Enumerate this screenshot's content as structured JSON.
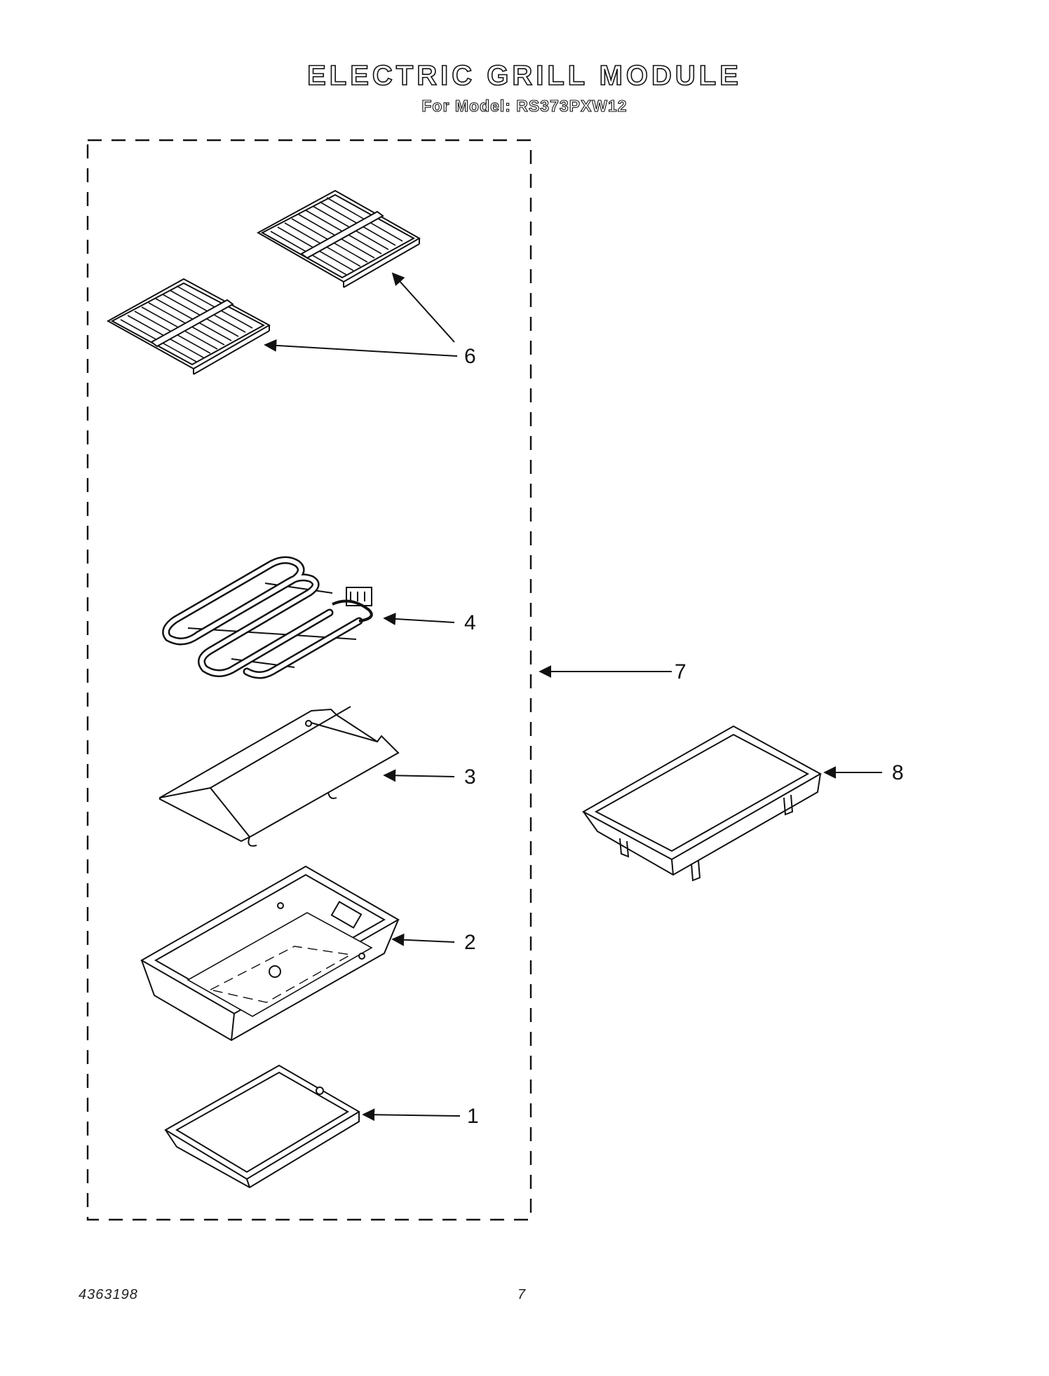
{
  "document": {
    "title": "ELECTRIC GRILL MODULE",
    "subtitle": "For Model: RS373PXW12",
    "doc_number": "4363198",
    "page_number": "7"
  },
  "callouts": [
    {
      "id": "6",
      "label": "6"
    },
    {
      "id": "4",
      "label": "4"
    },
    {
      "id": "7",
      "label": "7"
    },
    {
      "id": "3",
      "label": "3"
    },
    {
      "id": "8",
      "label": "8"
    },
    {
      "id": "2",
      "label": "2"
    },
    {
      "id": "1",
      "label": "1"
    }
  ],
  "colors": {
    "ink": "#111111",
    "background": "#ffffff"
  }
}
